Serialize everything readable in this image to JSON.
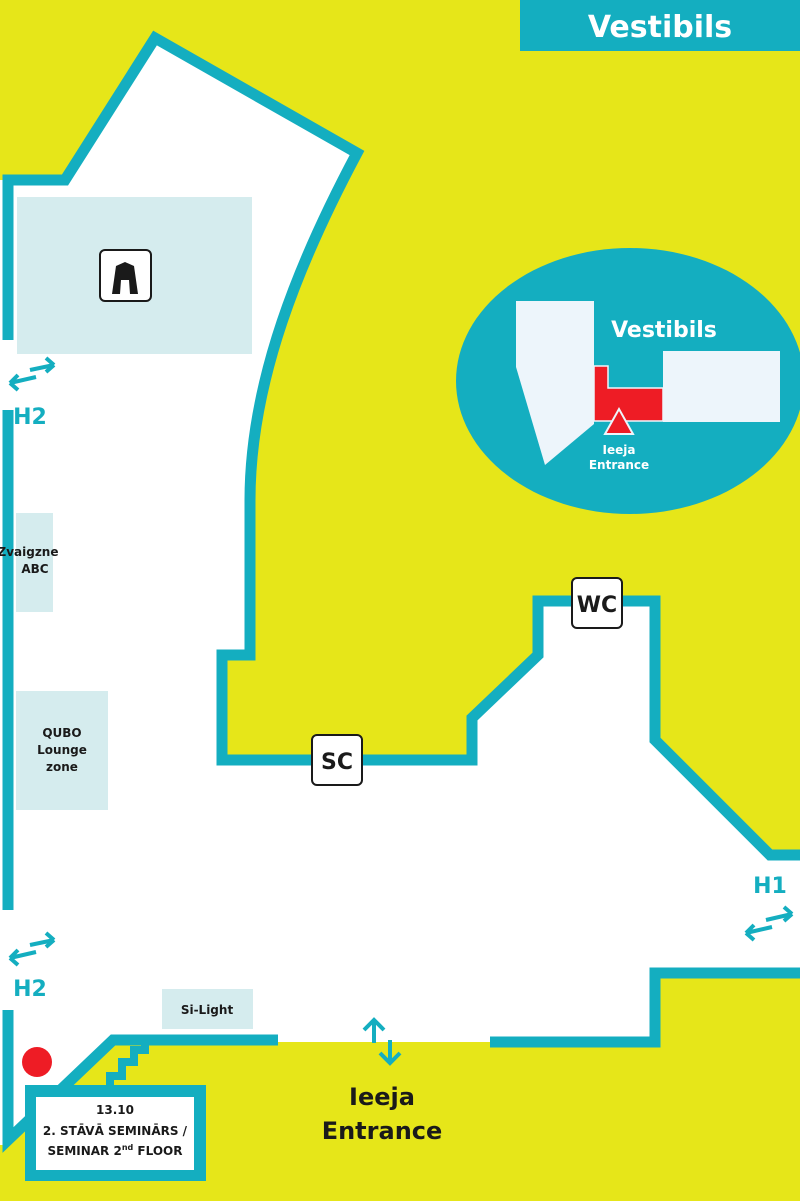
{
  "header": {
    "title": "Vestibils"
  },
  "colors": {
    "background": "#e6e619",
    "wall": "#14aec0",
    "zone": "#d5ecee",
    "marker": "#ee1c25"
  },
  "zones": {
    "zvaigzne": [
      "Zvaigzne",
      "ABC"
    ],
    "qubo": [
      "QUBO",
      "Lounge",
      "zone"
    ],
    "silight": "Si-Light"
  },
  "icons": {
    "wardrobe": "coat-hanger-icon",
    "sc": "SC",
    "wc": "WC"
  },
  "exits": {
    "h2_top": "H2",
    "h2_bottom": "H2",
    "h1": "H1"
  },
  "entrance": {
    "line1": "Ieeja",
    "line2": "Entrance"
  },
  "seminar": {
    "date": "13.10",
    "line1": "2. STĀVĀ SEMINĀRS /",
    "line2_prefix": "SEMINAR 2",
    "line2_sup": "nd",
    "line2_suffix": " FLOOR"
  },
  "inset": {
    "title": "Vestibils",
    "line1": "Ieeja",
    "line2": "Entrance"
  }
}
